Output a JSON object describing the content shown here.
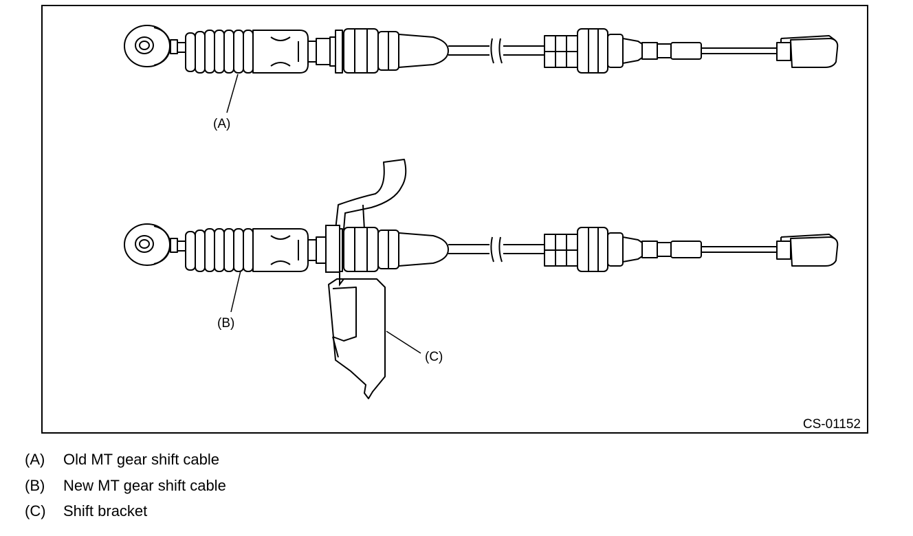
{
  "figure": {
    "code": "CS-01152",
    "callouts": {
      "a": "(A)",
      "b": "(B)",
      "c": "(C)"
    }
  },
  "legend": [
    {
      "key": "(A)",
      "label": "Old MT gear shift cable"
    },
    {
      "key": "(B)",
      "label": "New MT gear shift cable"
    },
    {
      "key": "(C)",
      "label": "Shift bracket"
    }
  ]
}
